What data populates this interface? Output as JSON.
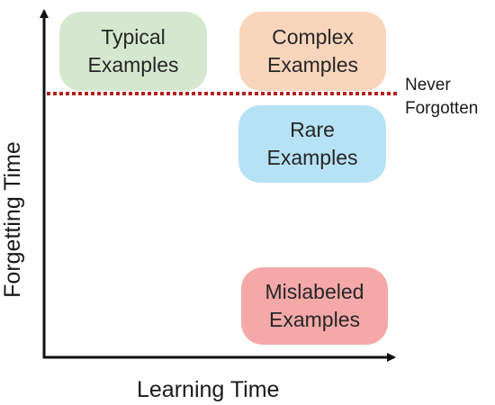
{
  "axes": {
    "x_label": "Learning Time",
    "y_label": "Forgetting Time"
  },
  "boxes": {
    "typical": {
      "line1": "Typical",
      "line2": "Examples",
      "color": "#d5e8cf"
    },
    "complex": {
      "line1": "Complex",
      "line2": "Examples",
      "color": "#f9d5bc"
    },
    "rare": {
      "line1": "Rare",
      "line2": "Examples",
      "color": "#b5e2f4"
    },
    "mislabeled": {
      "line1": "Mislabeled",
      "line2": "Examples",
      "color": "#f4a9a8"
    }
  },
  "threshold": {
    "line1": "Never",
    "line2": "Forgotten",
    "color": "#b22222"
  },
  "colors": {
    "axis": "#111111"
  }
}
